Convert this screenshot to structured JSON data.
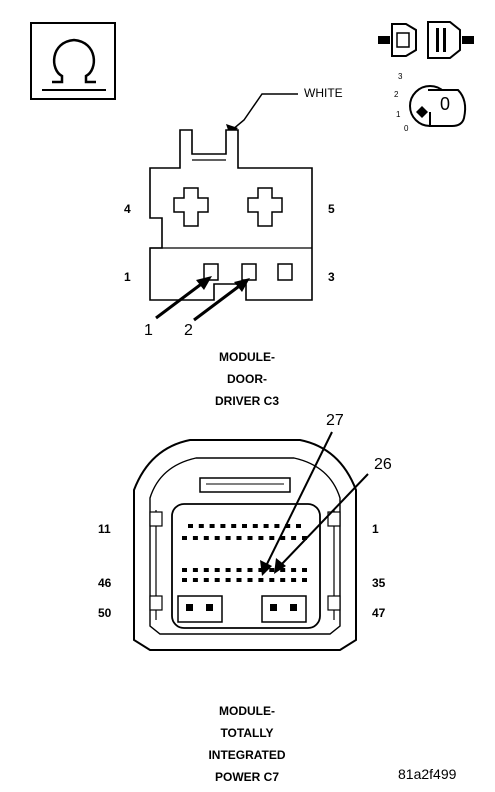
{
  "ohmmeter": {
    "symbol": "Ω"
  },
  "ignition": {
    "position_labels": [
      "3",
      "2",
      "1",
      "0"
    ],
    "key_label": "0"
  },
  "connector_c3": {
    "wire_color": "WHITE",
    "pin_labels": {
      "p4": "4",
      "p5": "5",
      "p1": "1",
      "p3": "3"
    },
    "callouts": [
      "1",
      "2"
    ],
    "caption": [
      "MODULE-",
      "DOOR-",
      "DRIVER C3"
    ]
  },
  "connector_c7": {
    "callouts": [
      "27",
      "26"
    ],
    "pin_labels": {
      "p11": "11",
      "p1": "1",
      "p46": "46",
      "p35": "35",
      "p50": "50",
      "p47": "47"
    },
    "caption": [
      "MODULE-",
      "TOTALLY",
      "INTEGRATED",
      "POWER C7"
    ]
  },
  "figure_id": "81a2f499"
}
